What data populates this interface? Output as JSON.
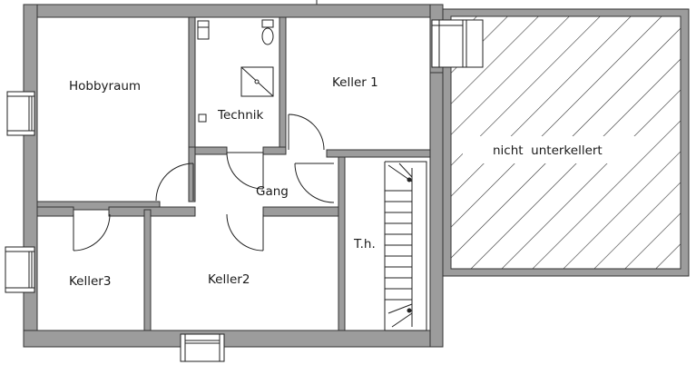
{
  "rooms": {
    "hobbyraum": "Hobbyraum",
    "technik": "Technik",
    "keller1": "Keller 1",
    "keller2": "Keller2",
    "keller3": "Keller3",
    "gang": "Gang",
    "treppenhaus": "T.h.",
    "nicht_unterkellert": "nicht  unterkellert"
  },
  "colors": {
    "wall_fill": "#9c9c9c",
    "wall_stroke": "#333333",
    "line": "#222222",
    "background": "#ffffff"
  },
  "icons": [
    "window-icon",
    "door-swing-icon",
    "toilet-icon",
    "shower-icon",
    "stair-icon",
    "hatch-pattern"
  ]
}
